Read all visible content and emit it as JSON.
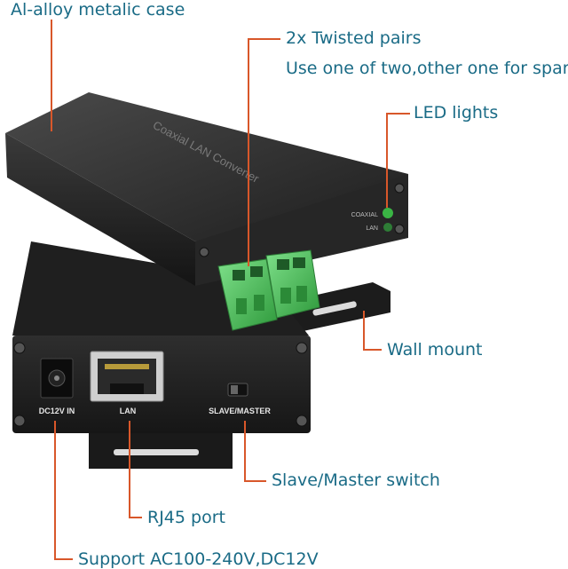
{
  "callouts": {
    "case": "Al-alloy metalic case",
    "twisted_pairs": "2x Twisted pairs",
    "spare_note": "Use one of two,other one for spare",
    "led": "LED lights",
    "wall_mount": "Wall mount",
    "switch": "Slave/Master switch",
    "rj45": "RJ45 port",
    "power": "Support AC100-240V,DC12V"
  },
  "device": {
    "top_label": "Coaxial LAN Converter",
    "led_coaxial": "COAXIAL",
    "led_lan": "LAN",
    "port_power": "DC12V IN",
    "port_lan": "LAN",
    "port_switch": "SLAVE/MASTER"
  },
  "colors": {
    "callout_text": "#1a6b86",
    "leader_line": "#d8572a",
    "case_body": "#2b2b2b",
    "terminal_block": "#4bbf5a",
    "led": "#3ecf4a"
  }
}
